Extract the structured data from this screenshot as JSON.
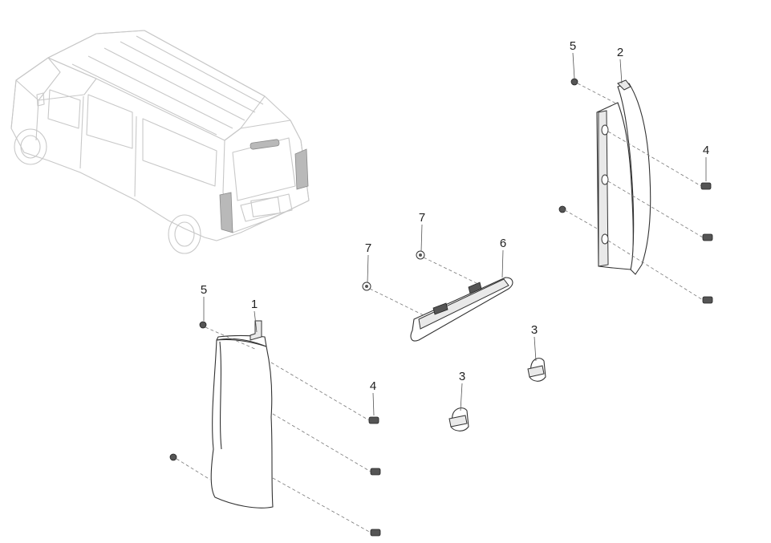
{
  "diagram": {
    "callouts": {
      "c1": "1",
      "c2": "2",
      "c3a": "3",
      "c3b": "3",
      "c4a": "4",
      "c4b": "4",
      "c5a": "5",
      "c5b": "5",
      "c6": "6",
      "c7a": "7",
      "c7b": "7"
    },
    "colors": {
      "line": "#333333",
      "van_outline": "#c8c8c8",
      "highlight": "#b9b9b9",
      "background": "#ffffff"
    }
  }
}
